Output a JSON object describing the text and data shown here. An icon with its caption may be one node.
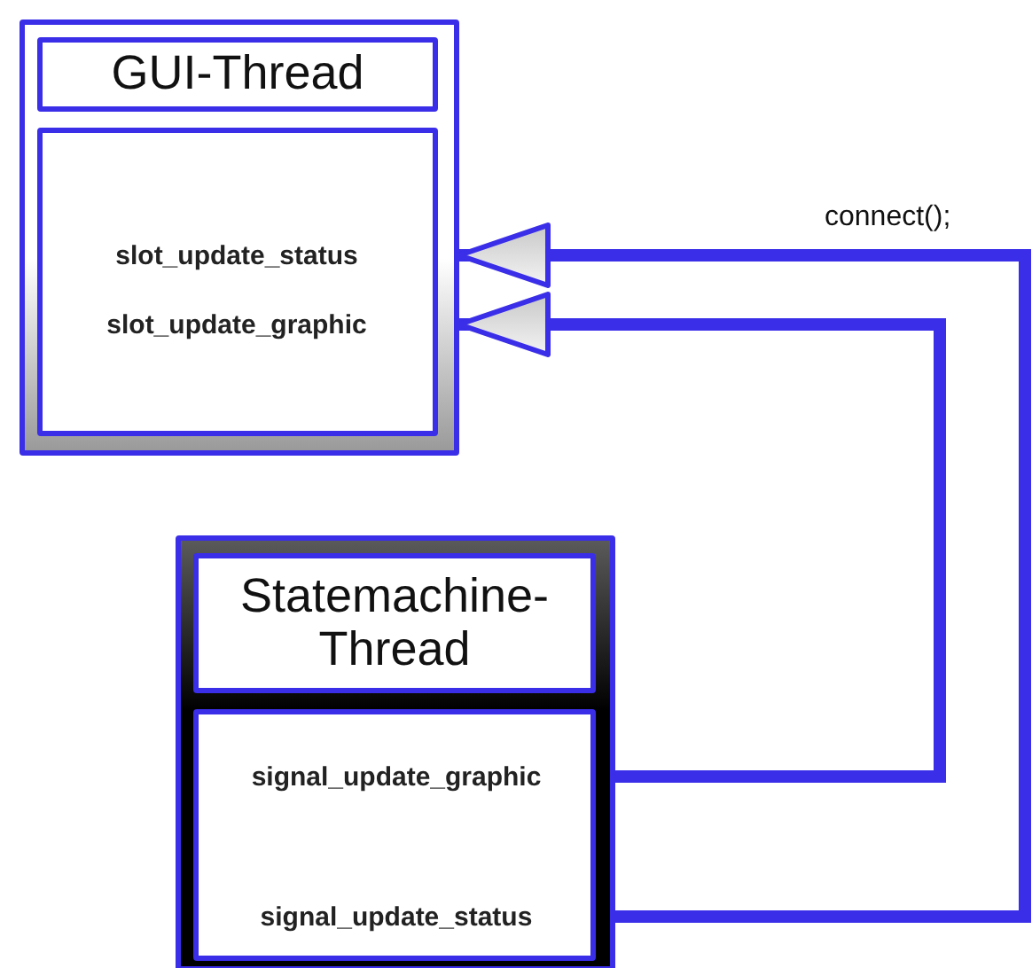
{
  "diagram": {
    "nodes": [
      {
        "text": [],
        "shape": "box"
      },
      {
        "text": [
          "GUI-Thread"
        ],
        "in": 0
      },
      {
        "text": [],
        "shape": "box",
        "in": 0
      },
      {
        "text": [
          "slot_update_status"
        ],
        "in": 2
      },
      {
        "text": [
          "slot_update_graphic"
        ],
        "in": 2
      },
      {
        "text": [],
        "shape": "box"
      },
      {
        "text": [
          "Statemachine-Thread"
        ],
        "in": 5
      },
      {
        "text": [],
        "shape": "box",
        "in": 5
      },
      {
        "text": [
          "signal_update_graphic"
        ],
        "in": 7
      },
      {
        "text": [
          "signal_update_status"
        ],
        "in": 7
      }
    ],
    "edges": [
      {
        "from": 9,
        "to": 3,
        "arrow": "to",
        "label": "connect();"
      },
      {
        "from": 8,
        "to": 4,
        "arrow": "to"
      }
    ]
  }
}
